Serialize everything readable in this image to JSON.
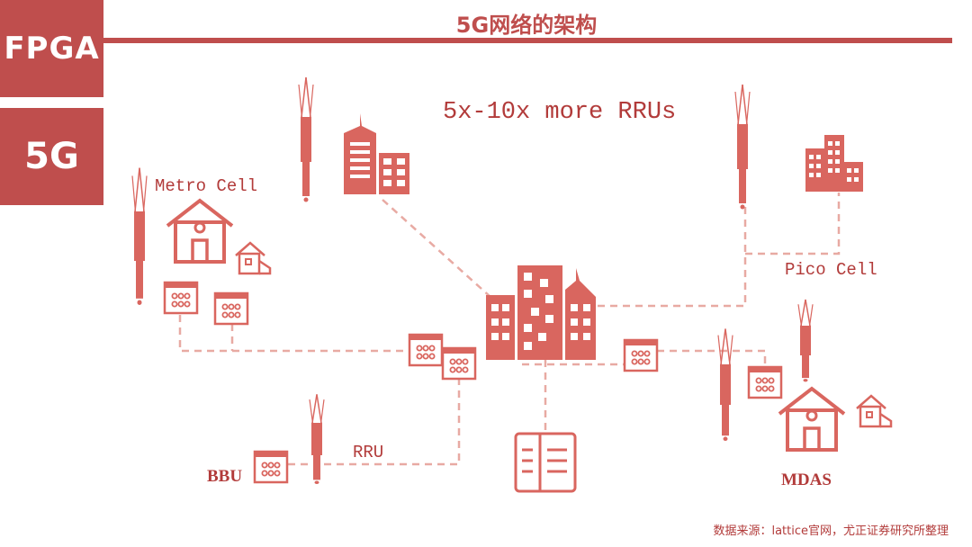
{
  "sidebar": {
    "top_label": "FPGA",
    "bottom_label": "5G"
  },
  "header": {
    "title": "5G网络的架构"
  },
  "diagram": {
    "headline": "5x-10x more RRUs",
    "labels": {
      "metro_cell": "Metro Cell",
      "pico_cell": "Pico Cell",
      "rru": "RRU",
      "bbu": "BBU",
      "mdas": "MDAS"
    }
  },
  "footer": {
    "source": "数据来源：lattice官网，尤正证券研究所整理"
  },
  "colors": {
    "accent": "#bf4e4d",
    "icon": "#d9665f",
    "link": "#e8aaa3"
  }
}
